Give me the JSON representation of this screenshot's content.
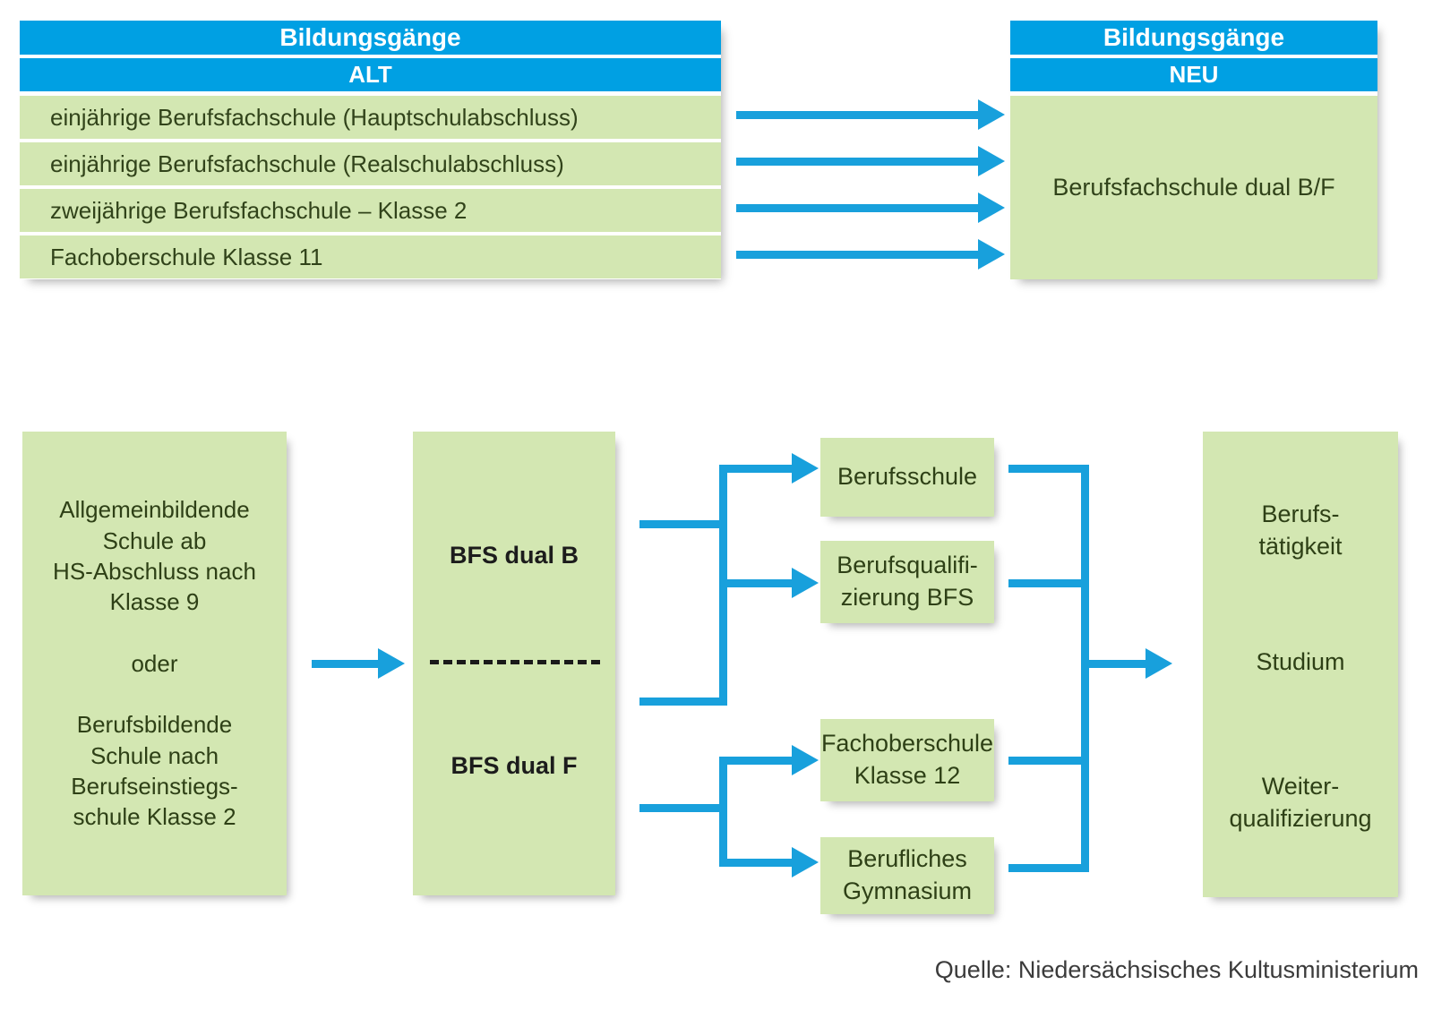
{
  "colors": {
    "header_blue": "#00a0e3",
    "arrow_blue": "#18a0dc",
    "box_green": "#d3e7b2",
    "text_green": "#2e4016",
    "page_background": "#ffffff"
  },
  "top_section": {
    "old_table": {
      "title": "Bildungsgänge",
      "subtitle": "ALT",
      "rows": [
        "einjährige Berufsfachschule (Hauptschulabschluss)",
        "einjährige Berufsfachschule (Realschulabschluss)",
        "zweijährige Berufsfachschule – Klasse 2",
        "Fachoberschule Klasse 11"
      ]
    },
    "new_table": {
      "title": "Bildungsgänge",
      "subtitle": "NEU",
      "body": "Berufsfachschule dual B/F"
    },
    "arrow_count": 4
  },
  "flow_section": {
    "entry_box": "Allgemeinbildende\nSchule ab\nHS-Abschluss nach\nKlasse 9\n\noder\n\nBerufsbildende\nSchule nach\nBerufseinstiegs-\nschule Klasse 2",
    "bfs_box": {
      "upper": "BFS dual B",
      "lower": "BFS dual F",
      "divider": "dashed"
    },
    "branch_boxes": [
      "Berufsschule",
      "Berufsqualifi-\nzierung BFS",
      "Fachoberschule\nKlasse 12",
      "Berufliches\nGymnasium"
    ],
    "outcome_box": {
      "line1": "Berufs-\ntätigkeit",
      "line2": "Studium",
      "line3": "Weiter-\nqualifizierung"
    }
  },
  "footer": {
    "source": "Quelle: Niedersächsisches Kultusministerium"
  }
}
